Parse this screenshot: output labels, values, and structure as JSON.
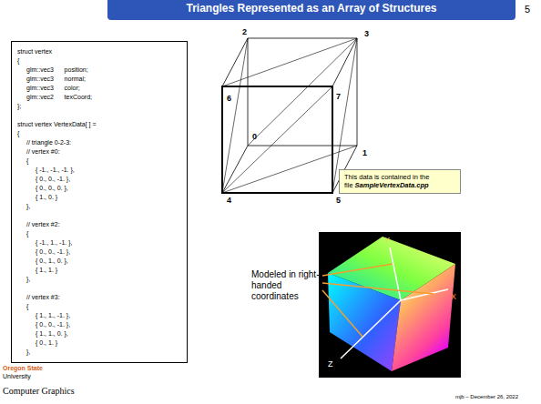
{
  "diagram": {
    "title": "Triangles Represented as an Array of Structures",
    "nodes": [
      {
        "text": [
          "struct vertex",
          "{",
          "glm::vec3      position;",
          "glm::vec3      normal;",
          "glm::vec3      color;",
          "glm::vec2      texCoord;",
          "};",
          "struct vertex VertexData[ ] =",
          "{",
          "// triangle 0-2-3:",
          "// vertex #0:",
          "{",
          "{ -1., -1., -1. },",
          "{ 0., 0., -1. },",
          "{ 0., 0., 0. },",
          "{ 1., 0. }",
          "},",
          "// vertex #2:",
          "{",
          "{ -1., 1., -1. },",
          "{ 0., 0., -1. },",
          "{ 0., 1., 0. },",
          "{ 1., 1. }",
          "},",
          "// vertex #3:",
          "{",
          "{ 1., 1., -1. },",
          "{ 0., 0., -1. },",
          "{ 1., 1., 0. },",
          "{ 0., 1. }",
          "},"
        ]
      },
      {
        "text": [
          "This data is contained in the file",
          "SampleVertexData.cpp"
        ]
      }
    ],
    "labels": [
      "5",
      "2",
      "3",
      "6",
      "7",
      "0",
      "1",
      "4",
      "5",
      "Modeled in right-handed coordinates",
      "Y",
      "X",
      "Z",
      "Oregon State",
      "University",
      "Computer Graphics",
      "mjb – December 26, 2022"
    ]
  }
}
